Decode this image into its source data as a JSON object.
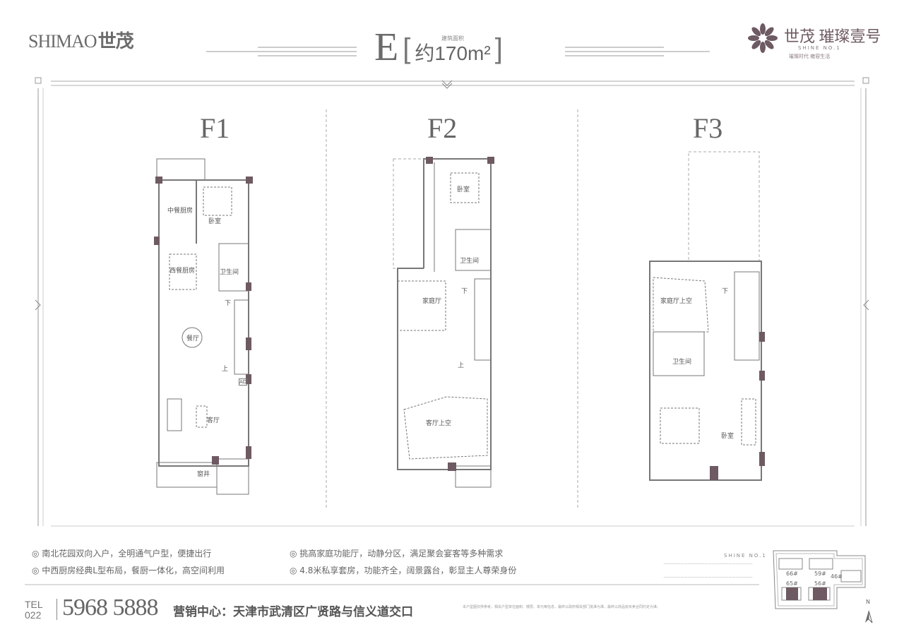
{
  "header": {
    "brand_left": {
      "latin": "SHIMAO",
      "cn": "世茂"
    },
    "unit_type": "E",
    "area_label": "建筑面积",
    "area_value": "约170m²",
    "brand_right": {
      "name": "世茂 璀璨壹号",
      "sub": "SHINE NO.1",
      "slogan": "璀璨时代  雍容生活"
    }
  },
  "colors": {
    "wall": "#6e5a62",
    "line": "#999999",
    "text": "#555555"
  },
  "floors": [
    {
      "title": "F1",
      "rooms": [
        "中餐厨房",
        "卧室",
        "西餐厨房",
        "卫生间",
        "餐厅",
        "下",
        "上",
        "AD",
        "客厅",
        "窗井"
      ]
    },
    {
      "title": "F2",
      "rooms": [
        "卧室",
        "卫生间",
        "家庭厅",
        "下",
        "上",
        "客厅上空"
      ]
    },
    {
      "title": "F3",
      "rooms": [
        "家庭厅上空",
        "下",
        "卫生间",
        "卧室"
      ]
    }
  ],
  "features": [
    "◎ 南北花园双向入户，全明通气户型，便捷出行",
    "◎ 挑高家庭功能厅，动静分区，满足聚会宴客等多种需求",
    "◎ 中西厨房经典L型布局，餐厨一体化，高空间利用",
    "◎ 4.8米私享套房，功能齐全，阔景露台，彰显主人尊荣身份"
  ],
  "footer": {
    "tel_label": "TEL",
    "area_code": "022",
    "phone": "5968 5888",
    "sales_center": "营销中心：天津市武清区广贤路与信义道交口",
    "shine_mark": "SHINE NO.1",
    "disclaimer": "本户型图仅供参考，相关户型单位面积、楼层、单元等信息，最终以政府相关部门批准为准，最终以商品房买卖合同约定为准。"
  },
  "site_plan": {
    "buildings": [
      "66#",
      "59#",
      "46#",
      "65#",
      "56#"
    ],
    "north_label": "N",
    "highlighted": [
      "65#",
      "56#"
    ]
  }
}
